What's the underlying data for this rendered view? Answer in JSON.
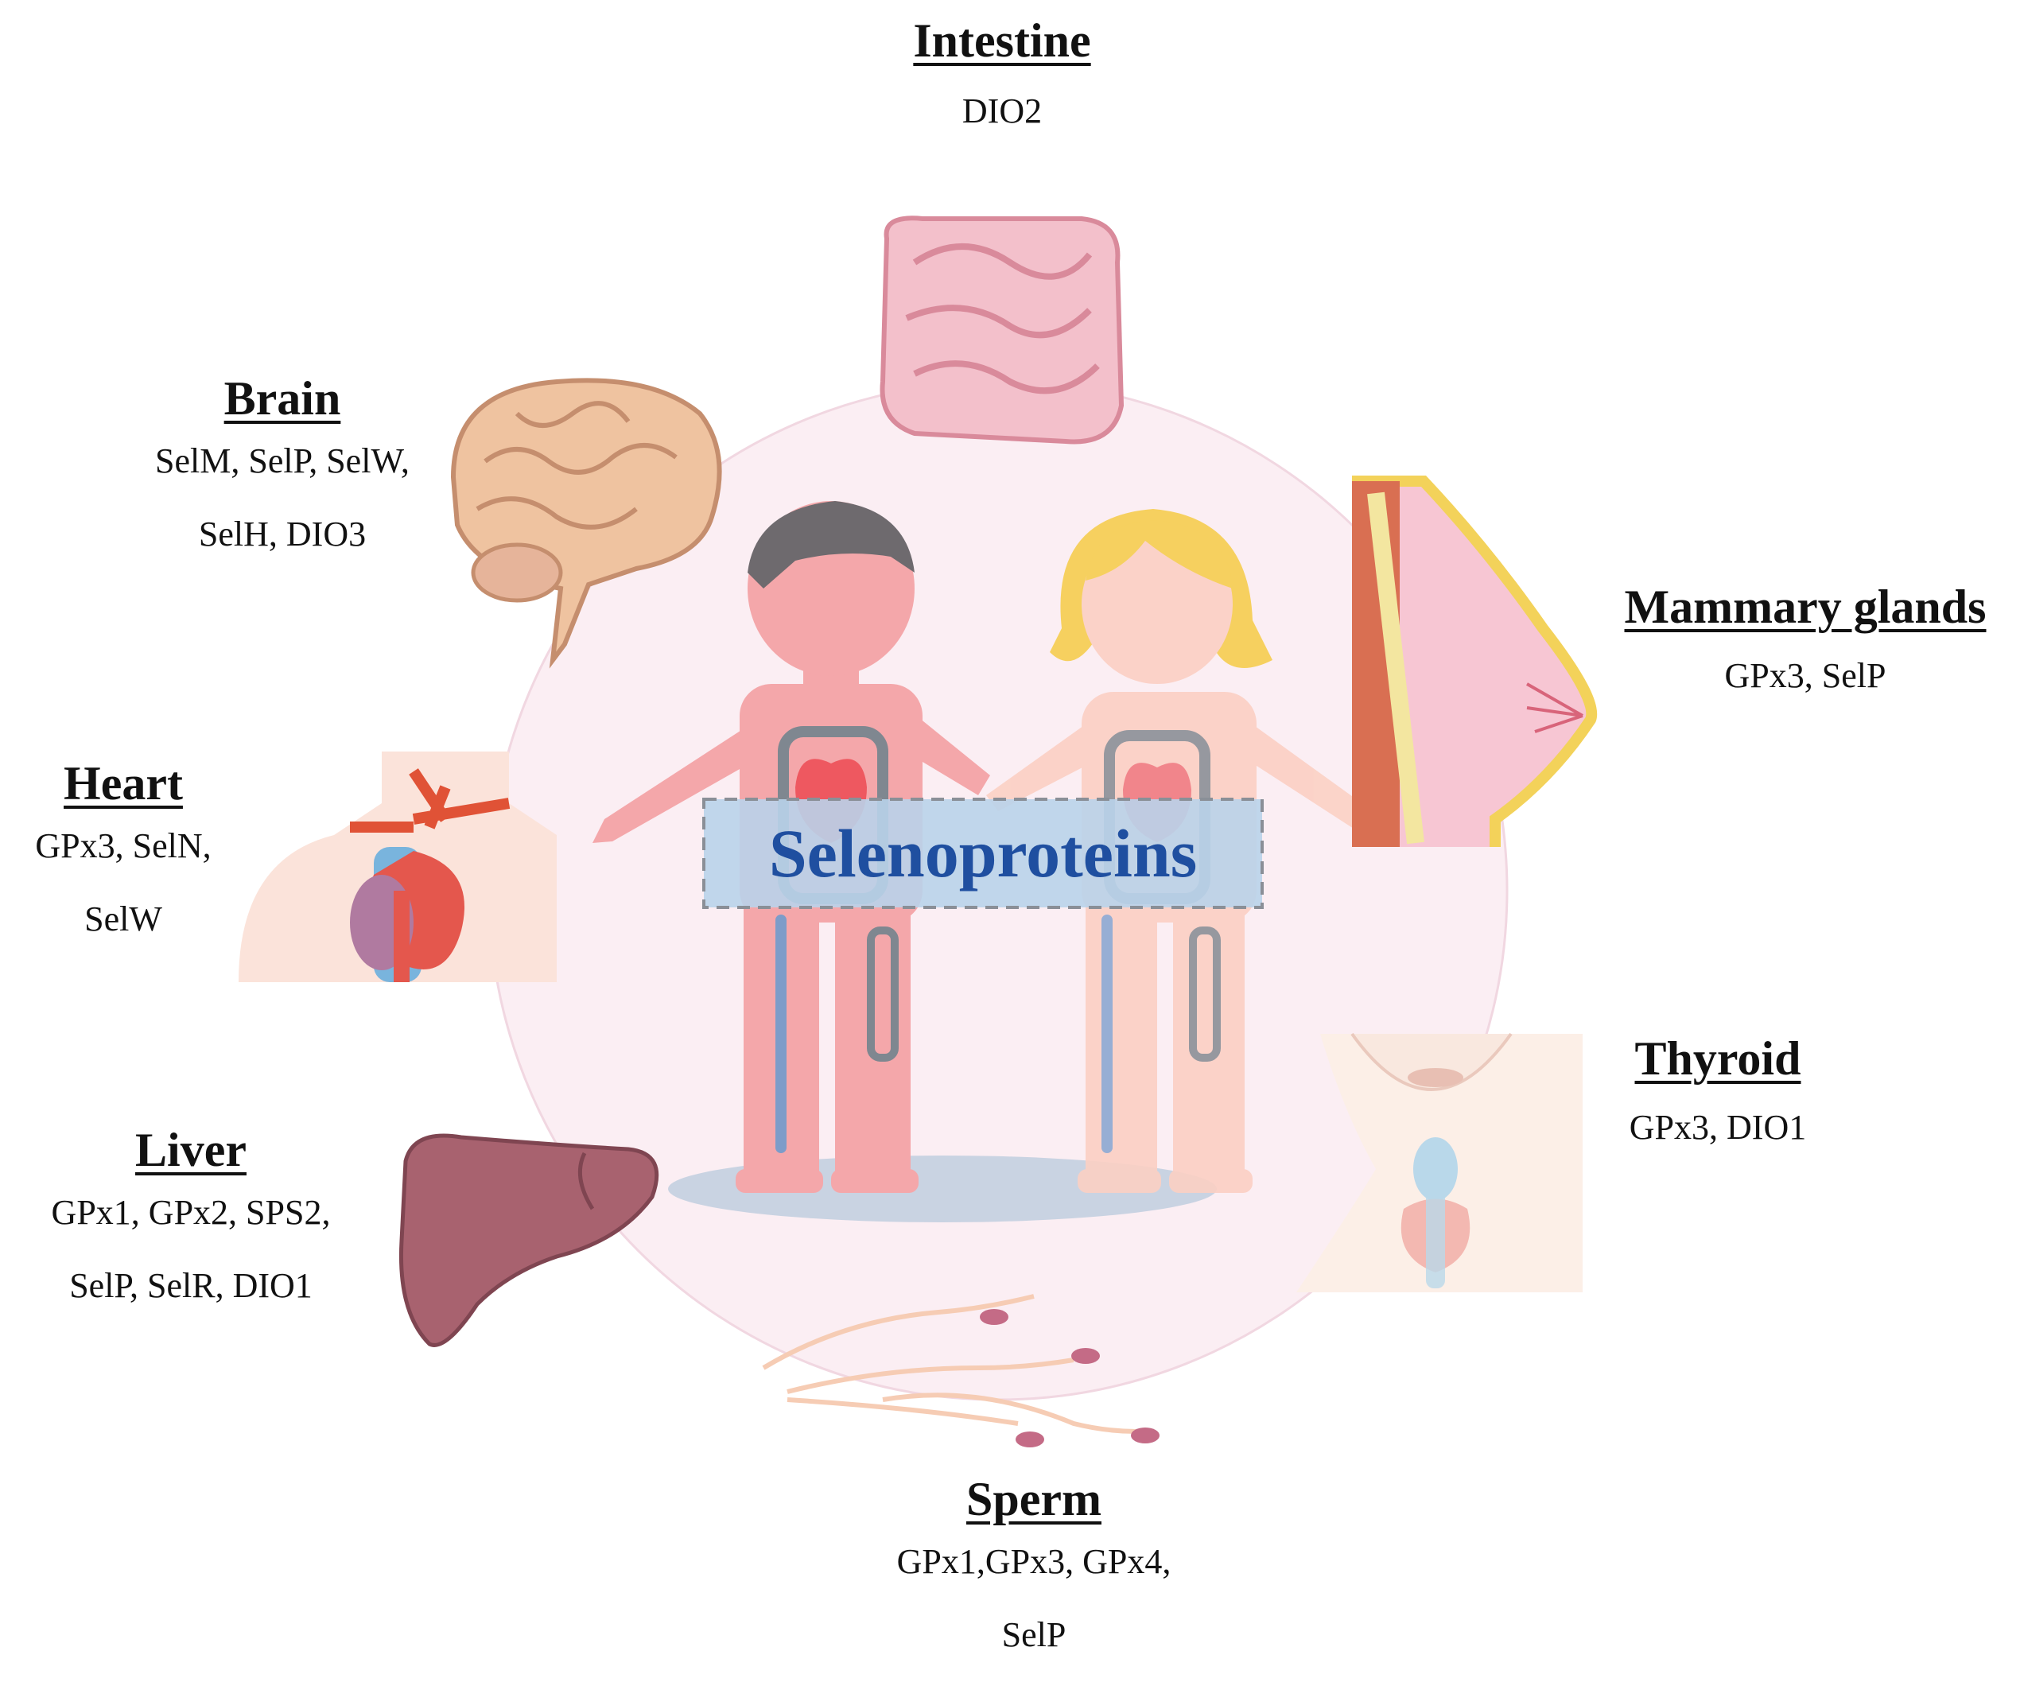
{
  "center": {
    "label": "Selenoproteins"
  },
  "organs": {
    "intestine": {
      "title": "Intestine",
      "lines": [
        "DIO2"
      ]
    },
    "brain": {
      "title": "Brain",
      "lines": [
        "SelM, SelP, SelW,",
        "SelH, DIO3"
      ]
    },
    "mammary": {
      "title": "Mammary glands",
      "lines": [
        "GPx3,  SelP"
      ]
    },
    "heart": {
      "title": "Heart",
      "lines": [
        "GPx3,  SelN,",
        "SelW"
      ]
    },
    "thyroid": {
      "title": "Thyroid",
      "lines": [
        "GPx3,  DIO1"
      ]
    },
    "liver": {
      "title": "Liver",
      "lines": [
        "GPx1,  GPx2,  SPS2,",
        "SelP,  SelR,  DIO1"
      ]
    },
    "sperm": {
      "title": "Sperm",
      "lines": [
        "GPx1,GPx3,  GPx4,",
        "SelP"
      ]
    }
  },
  "colors": {
    "circle": "#fbeef3",
    "label_box": "#b9d3ea",
    "label_text": "#1f4fa0",
    "skin": "#f4a7aa",
    "organ_pink": "#f2b8c6",
    "liver": "#a8626f"
  }
}
